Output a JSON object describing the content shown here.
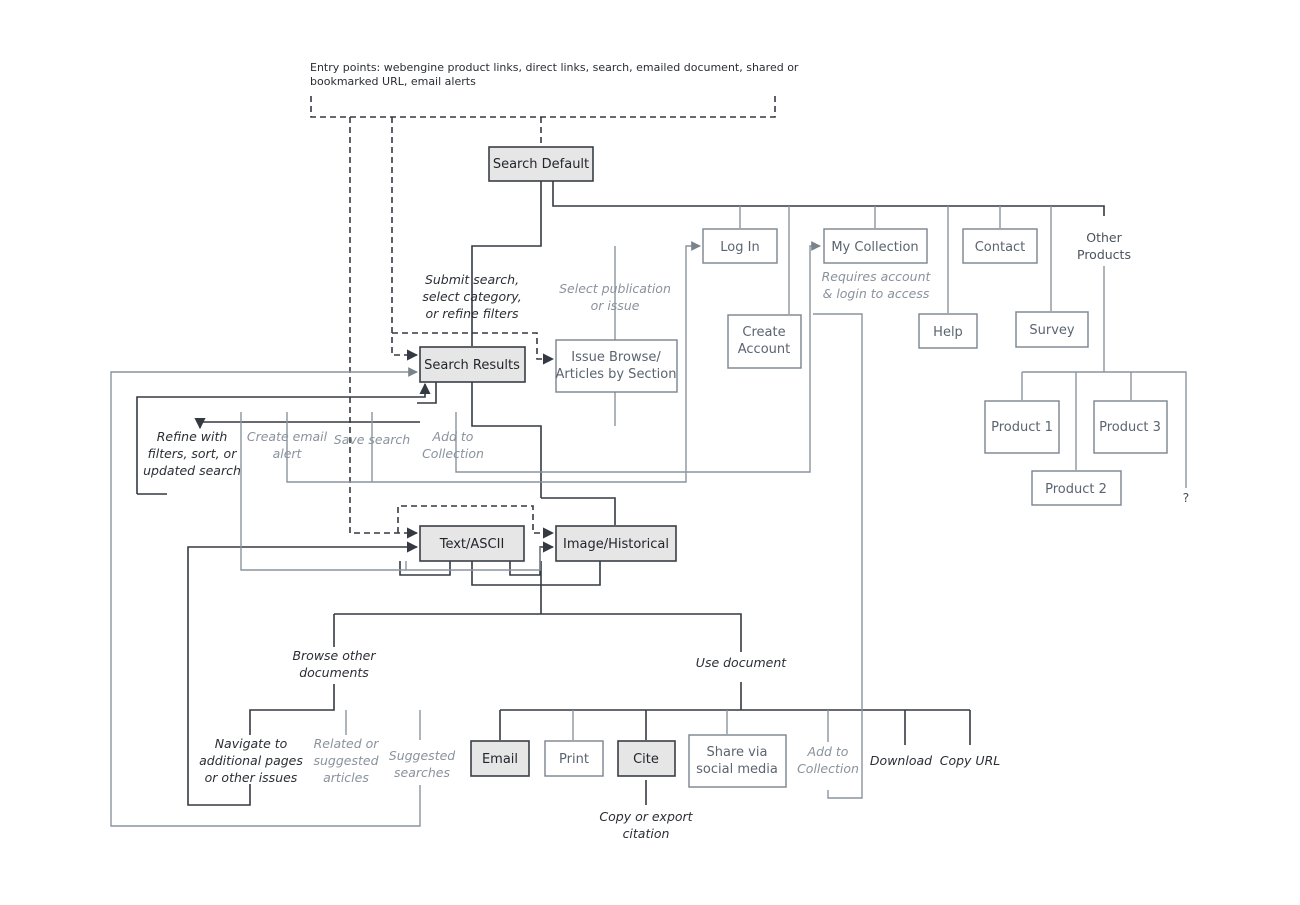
{
  "entry_note": {
    "line1": "Entry points: webengine product links, direct links, search, emailed document, shared or",
    "line2": "bookmarked URL, email alerts"
  },
  "nodes": {
    "search_default": "Search Default",
    "search_results": "Search Results",
    "issue_browse": {
      "line1": "Issue Browse/",
      "line2": "Articles by Section"
    },
    "text_ascii": "Text/ASCII",
    "image_historical": "Image/Historical",
    "log_in": "Log In",
    "create_account": {
      "line1": "Create",
      "line2": "Account"
    },
    "my_collection": "My Collection",
    "contact": "Contact",
    "help": "Help",
    "survey": "Survey",
    "product_1": "Product 1",
    "product_2": "Product 2",
    "product_3": "Product 3",
    "email": "Email",
    "print": "Print",
    "cite": "Cite",
    "share": {
      "line1": "Share via",
      "line2": "social media"
    }
  },
  "labels": {
    "submit_search": {
      "line1": "Submit search,",
      "line2": "select category,",
      "line3": "or refine filters"
    },
    "select_publication": {
      "line1": "Select publication",
      "line2": "or issue"
    },
    "requires_account": {
      "line1": "Requires account",
      "line2": "& login to access"
    },
    "other_products": {
      "line1": "Other",
      "line2": "Products"
    },
    "question_mark": "?",
    "refine": {
      "line1": "Refine with",
      "line2": "filters, sort, or",
      "line3": "updated search"
    },
    "create_email_alert": {
      "line1": "Create email",
      "line2": "alert"
    },
    "save_search": "Save search",
    "add_to_collection": {
      "line1": "Add to",
      "line2": "Collection"
    },
    "browse_other": {
      "line1": "Browse other",
      "line2": "documents"
    },
    "use_document": "Use document",
    "navigate": {
      "line1": "Navigate to",
      "line2": "additional pages",
      "line3": "or other issues"
    },
    "related": {
      "line1": "Related or",
      "line2": "suggested",
      "line3": "articles"
    },
    "suggested_searches": {
      "line1": "Suggested",
      "line2": "searches"
    },
    "add_to_collection_2": {
      "line1": "Add to",
      "line2": "Collection"
    },
    "download": "Download",
    "copy_url": "Copy URL",
    "copy_export": {
      "line1": "Copy or export",
      "line2": "citation"
    }
  }
}
